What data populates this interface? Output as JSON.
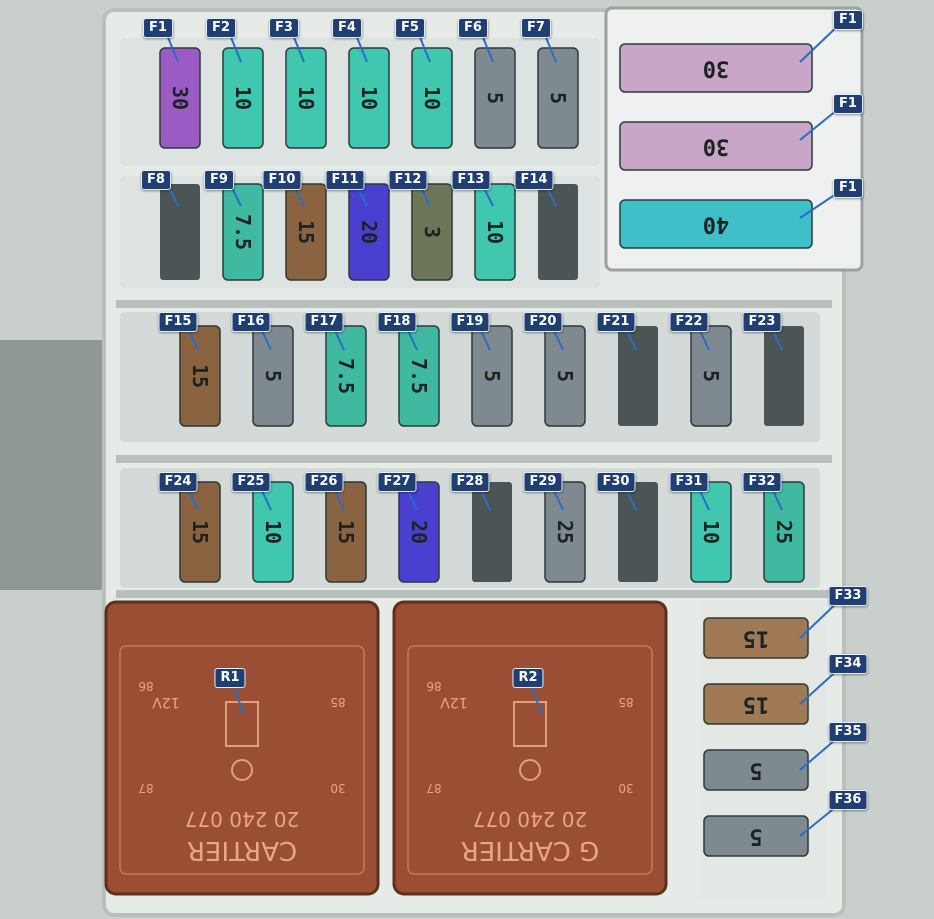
{
  "fuses_top": [
    {
      "id": "F1",
      "rating": "30",
      "color": "#9a5cc4"
    },
    {
      "id": "F2",
      "rating": "10",
      "color": "#3fc7b0"
    },
    {
      "id": "F3",
      "rating": "10",
      "color": "#3fc7b0"
    },
    {
      "id": "F4",
      "rating": "10",
      "color": "#3fc7b0"
    },
    {
      "id": "F5",
      "rating": "10",
      "color": "#3fc7b0"
    },
    {
      "id": "F6",
      "rating": "5",
      "color": "#7e8a90"
    },
    {
      "id": "F7",
      "rating": "5",
      "color": "#7e8a90"
    }
  ],
  "fuses_row2": [
    {
      "id": "F8",
      "rating": "",
      "color": ""
    },
    {
      "id": "F9",
      "rating": "7.5",
      "color": "#3fb9a0"
    },
    {
      "id": "F10",
      "rating": "15",
      "color": "#8a6440"
    },
    {
      "id": "F11",
      "rating": "20",
      "color": "#4a3fcf"
    },
    {
      "id": "F12",
      "rating": "3",
      "color": "#6d7658"
    },
    {
      "id": "F13",
      "rating": "10",
      "color": "#3fc7b0"
    },
    {
      "id": "F14",
      "rating": "",
      "color": ""
    }
  ],
  "fuses_row3": [
    {
      "id": "F15",
      "rating": "15",
      "color": "#8a6440"
    },
    {
      "id": "F16",
      "rating": "5",
      "color": "#7e8a90"
    },
    {
      "id": "F17",
      "rating": "7.5",
      "color": "#3fb9a0"
    },
    {
      "id": "F18",
      "rating": "7.5",
      "color": "#3fb9a0"
    },
    {
      "id": "F19",
      "rating": "5",
      "color": "#7e8a90"
    },
    {
      "id": "F20",
      "rating": "5",
      "color": "#7e8a90"
    },
    {
      "id": "F21",
      "rating": "",
      "color": ""
    },
    {
      "id": "F22",
      "rating": "5",
      "color": "#7e8a90"
    },
    {
      "id": "F23",
      "rating": "",
      "color": ""
    }
  ],
  "fuses_row4": [
    {
      "id": "F24",
      "rating": "15",
      "color": "#8a6440"
    },
    {
      "id": "F25",
      "rating": "10",
      "color": "#3fc7b0"
    },
    {
      "id": "F26",
      "rating": "15",
      "color": "#8a6440"
    },
    {
      "id": "F27",
      "rating": "20",
      "color": "#4a3fcf"
    },
    {
      "id": "F28",
      "rating": "",
      "color": ""
    },
    {
      "id": "F29",
      "rating": "25",
      "color": "#7e8a90"
    },
    {
      "id": "F30",
      "rating": "",
      "color": ""
    },
    {
      "id": "F31",
      "rating": "10",
      "color": "#3fc7b0"
    },
    {
      "id": "F32",
      "rating": "25",
      "color": "#3fb9a0"
    }
  ],
  "maxi_fuses": [
    {
      "id": "F1",
      "rating": "30",
      "color": "#c8a6c8"
    },
    {
      "id": "F1",
      "rating": "30",
      "color": "#c8a6c8"
    },
    {
      "id": "F1",
      "rating": "40",
      "color": "#3fc0c8"
    }
  ],
  "side_fuses": [
    {
      "id": "F33",
      "rating": "15",
      "color": "#a07a55"
    },
    {
      "id": "F34",
      "rating": "15",
      "color": "#a07a55"
    },
    {
      "id": "F35",
      "rating": "5",
      "color": "#7e8a90"
    },
    {
      "id": "F36",
      "rating": "5",
      "color": "#7e8a90"
    }
  ],
  "relays": [
    {
      "id": "R1",
      "code": "20 240 077",
      "brand": "CARTIER",
      "voltage": "12V",
      "pins": [
        "85",
        "86",
        "30",
        "87"
      ]
    },
    {
      "id": "R2",
      "code": "20 240 077",
      "brand": "G CARTIER",
      "voltage": "12V",
      "pins": [
        "85",
        "86",
        "30",
        "87"
      ]
    }
  ],
  "colors": {
    "box": "#e7ebe8",
    "frame": "#b9c0bf",
    "relay": "#9a4f35",
    "label_bg": "#1f3f73"
  }
}
